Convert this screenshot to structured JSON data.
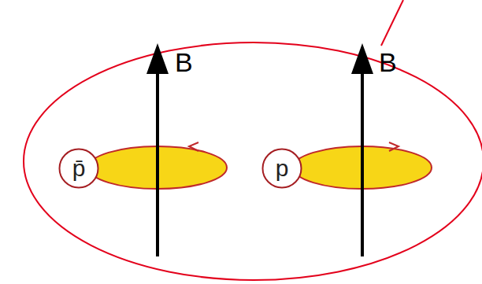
{
  "diagram": {
    "nodes": [
      {
        "text": [
          "p̄"
        ]
      },
      {
        "text": [
          "p"
        ]
      }
    ],
    "edges": [],
    "labels": [
      "B",
      "B"
    ]
  }
}
